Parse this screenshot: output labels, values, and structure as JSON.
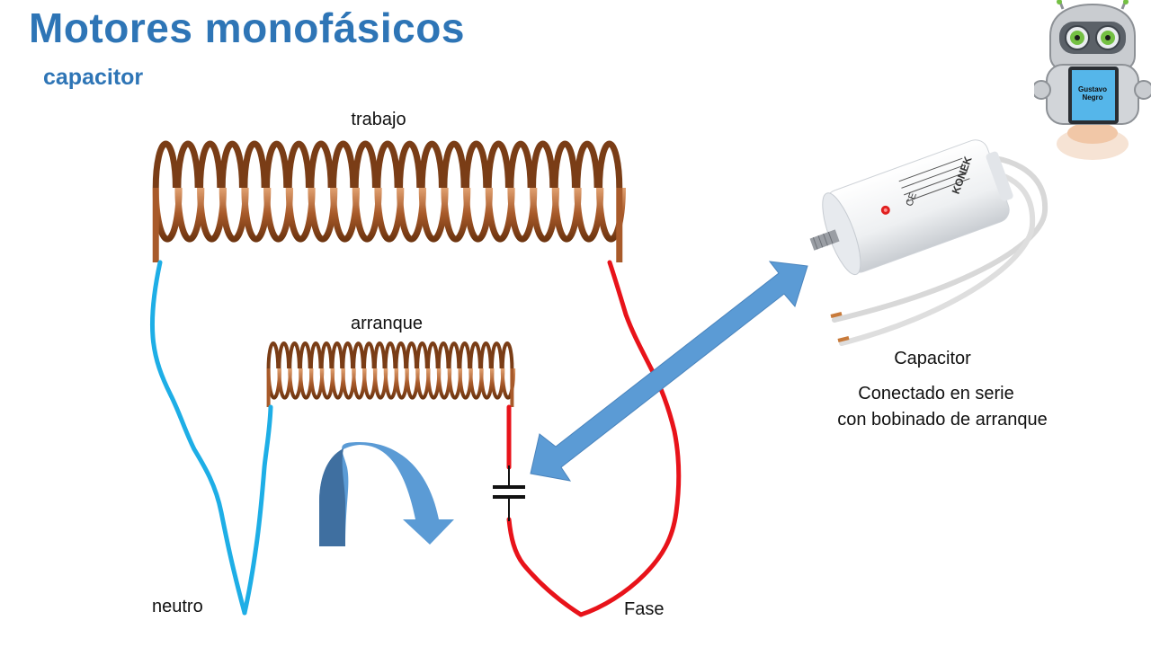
{
  "title": "Motores monofásicos",
  "subtitle": "capacitor",
  "labels": {
    "work_coil": "trabajo",
    "start_coil": "arranque",
    "neutral": "neutro",
    "phase": "Fase",
    "capacitor": "Capacitor",
    "description_line1": "Conectado en serie",
    "description_line2": "con bobinado de arranque"
  },
  "mascot": {
    "name_line1": "Gustavo",
    "name_line2": "Negro"
  },
  "capacitor_photo": {
    "brand": "KONEK",
    "mark": "CE"
  },
  "colors": {
    "title": "#2e75b6",
    "neutral_wire": "#1eaee6",
    "phase_wire": "#e8131a",
    "coil_copper": "#b5683a",
    "arrow": "#5b9bd5"
  }
}
